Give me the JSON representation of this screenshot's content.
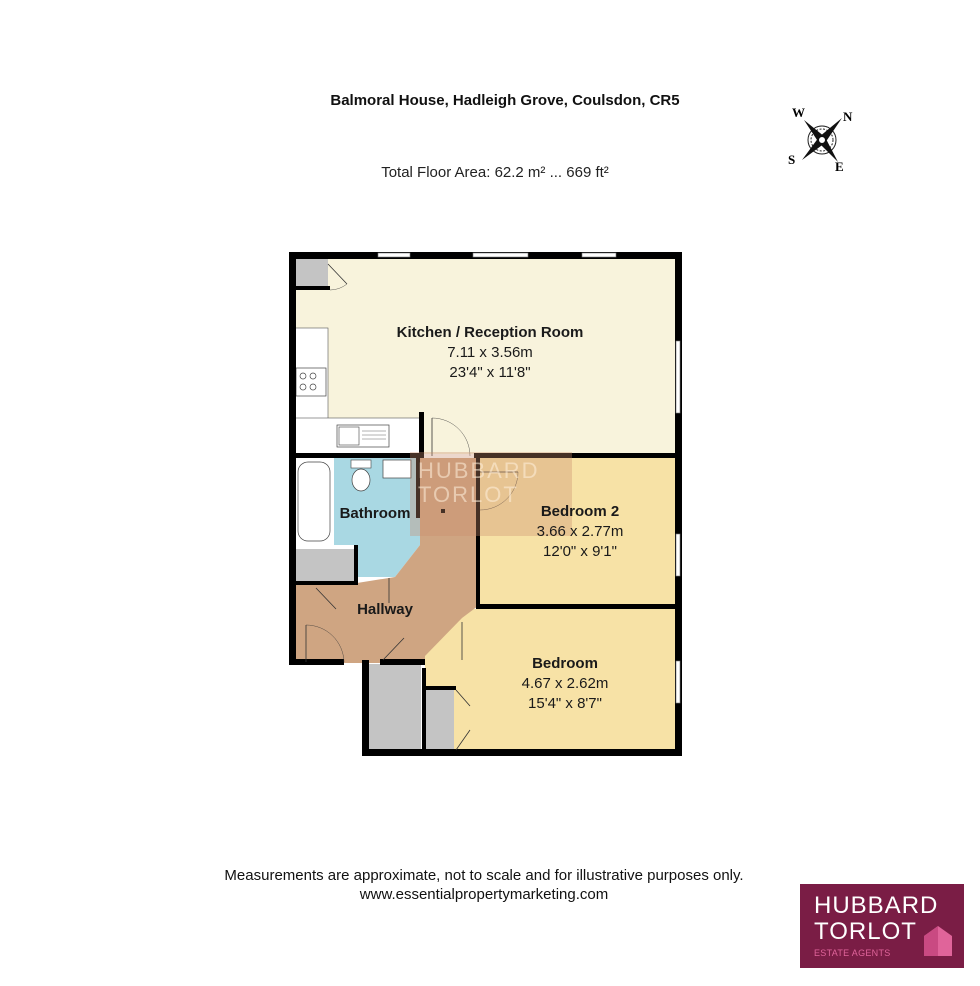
{
  "header": {
    "title": "Balmoral House, Hadleigh Grove, Coulsdon, CR5",
    "total_area": "Total Floor Area: 62.2 m² ... 669 ft²"
  },
  "compass": {
    "icon": "compass-rose-icon",
    "labels": {
      "n": "N",
      "e": "E",
      "s": "S",
      "w": "W"
    }
  },
  "rooms": [
    {
      "name": "Kitchen / Reception Room",
      "metric": "7.11 x 3.56m",
      "imperial": "23'4\" x 11'8\"",
      "color": "#f8f3dc"
    },
    {
      "name": "Bathroom",
      "metric": "",
      "imperial": "",
      "color": "#a9d8e3"
    },
    {
      "name": "Hallway",
      "metric": "",
      "imperial": "",
      "color": "#cfa582"
    },
    {
      "name": "Bedroom 2",
      "metric": "3.66 x 2.77m",
      "imperial": "12'0\" x 9'1\"",
      "color": "#f7e2a6"
    },
    {
      "name": "Bedroom",
      "metric": "4.67 x 2.62m",
      "imperial": "15'4\" x 8'7\"",
      "color": "#f7e2a6"
    }
  ],
  "colors": {
    "wall": "#000000",
    "storage": "#c4c4c4",
    "brand": "#7a1d45",
    "brand_accent": "#e0649a"
  },
  "watermark": {
    "line1": "HUBBARD",
    "line2": "TORLOT"
  },
  "footer": {
    "disclaimer": "Measurements are approximate, not to scale and for illustrative purposes only.",
    "website": "www.essentialpropertymarketing.com"
  },
  "logo": {
    "line1": "HUBBARD",
    "line2": "TORLOT",
    "line3": "ESTATE AGENTS"
  }
}
